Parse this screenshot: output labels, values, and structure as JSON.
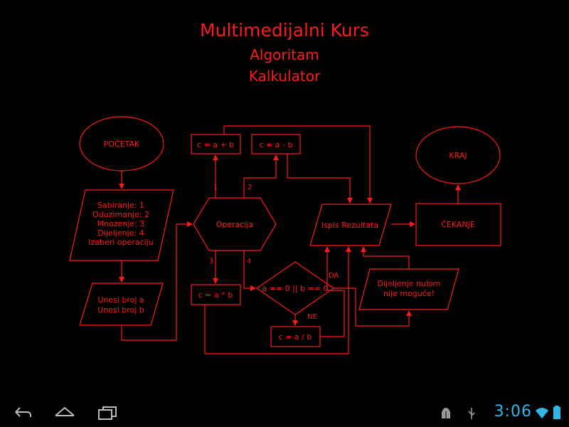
{
  "header": {
    "title": "Multimedijalni Kurs",
    "subtitle1": "Algoritam",
    "subtitle2": "Kalkulator"
  },
  "flowchart": {
    "start": "POČETAK",
    "input_ops": [
      "Sabiranje: 1",
      "Oduzimanje: 2",
      "Mnozenje: 3",
      "Dijeljenje: 4",
      "Izaberi operaciju"
    ],
    "input_nums": [
      "Unesi broj a",
      "Unesi broj b"
    ],
    "operation": "Operacija",
    "add": "c = a + b",
    "sub": "c = a - b",
    "mul": "c = a * b",
    "condition": "a == 0 || b == 0",
    "div": "c = a / b",
    "output": "Ispis Rezultata",
    "error": [
      "Dijeljenje nulom",
      "nije moguće!"
    ],
    "wait": "ČEKANJE",
    "end": "KRAJ",
    "branch_1": "1",
    "branch_2": "2",
    "branch_3": "3",
    "branch_4": "4",
    "yes": "DA",
    "no": "NE",
    "stroke_color": "#ff1a1a"
  },
  "statusbar": {
    "time": "3:06",
    "accent_color": "#33b5e5",
    "icons": [
      "back-icon",
      "home-icon",
      "recent-apps-icon",
      "android-debug-icon",
      "usb-icon",
      "wifi-icon",
      "battery-icon"
    ]
  }
}
